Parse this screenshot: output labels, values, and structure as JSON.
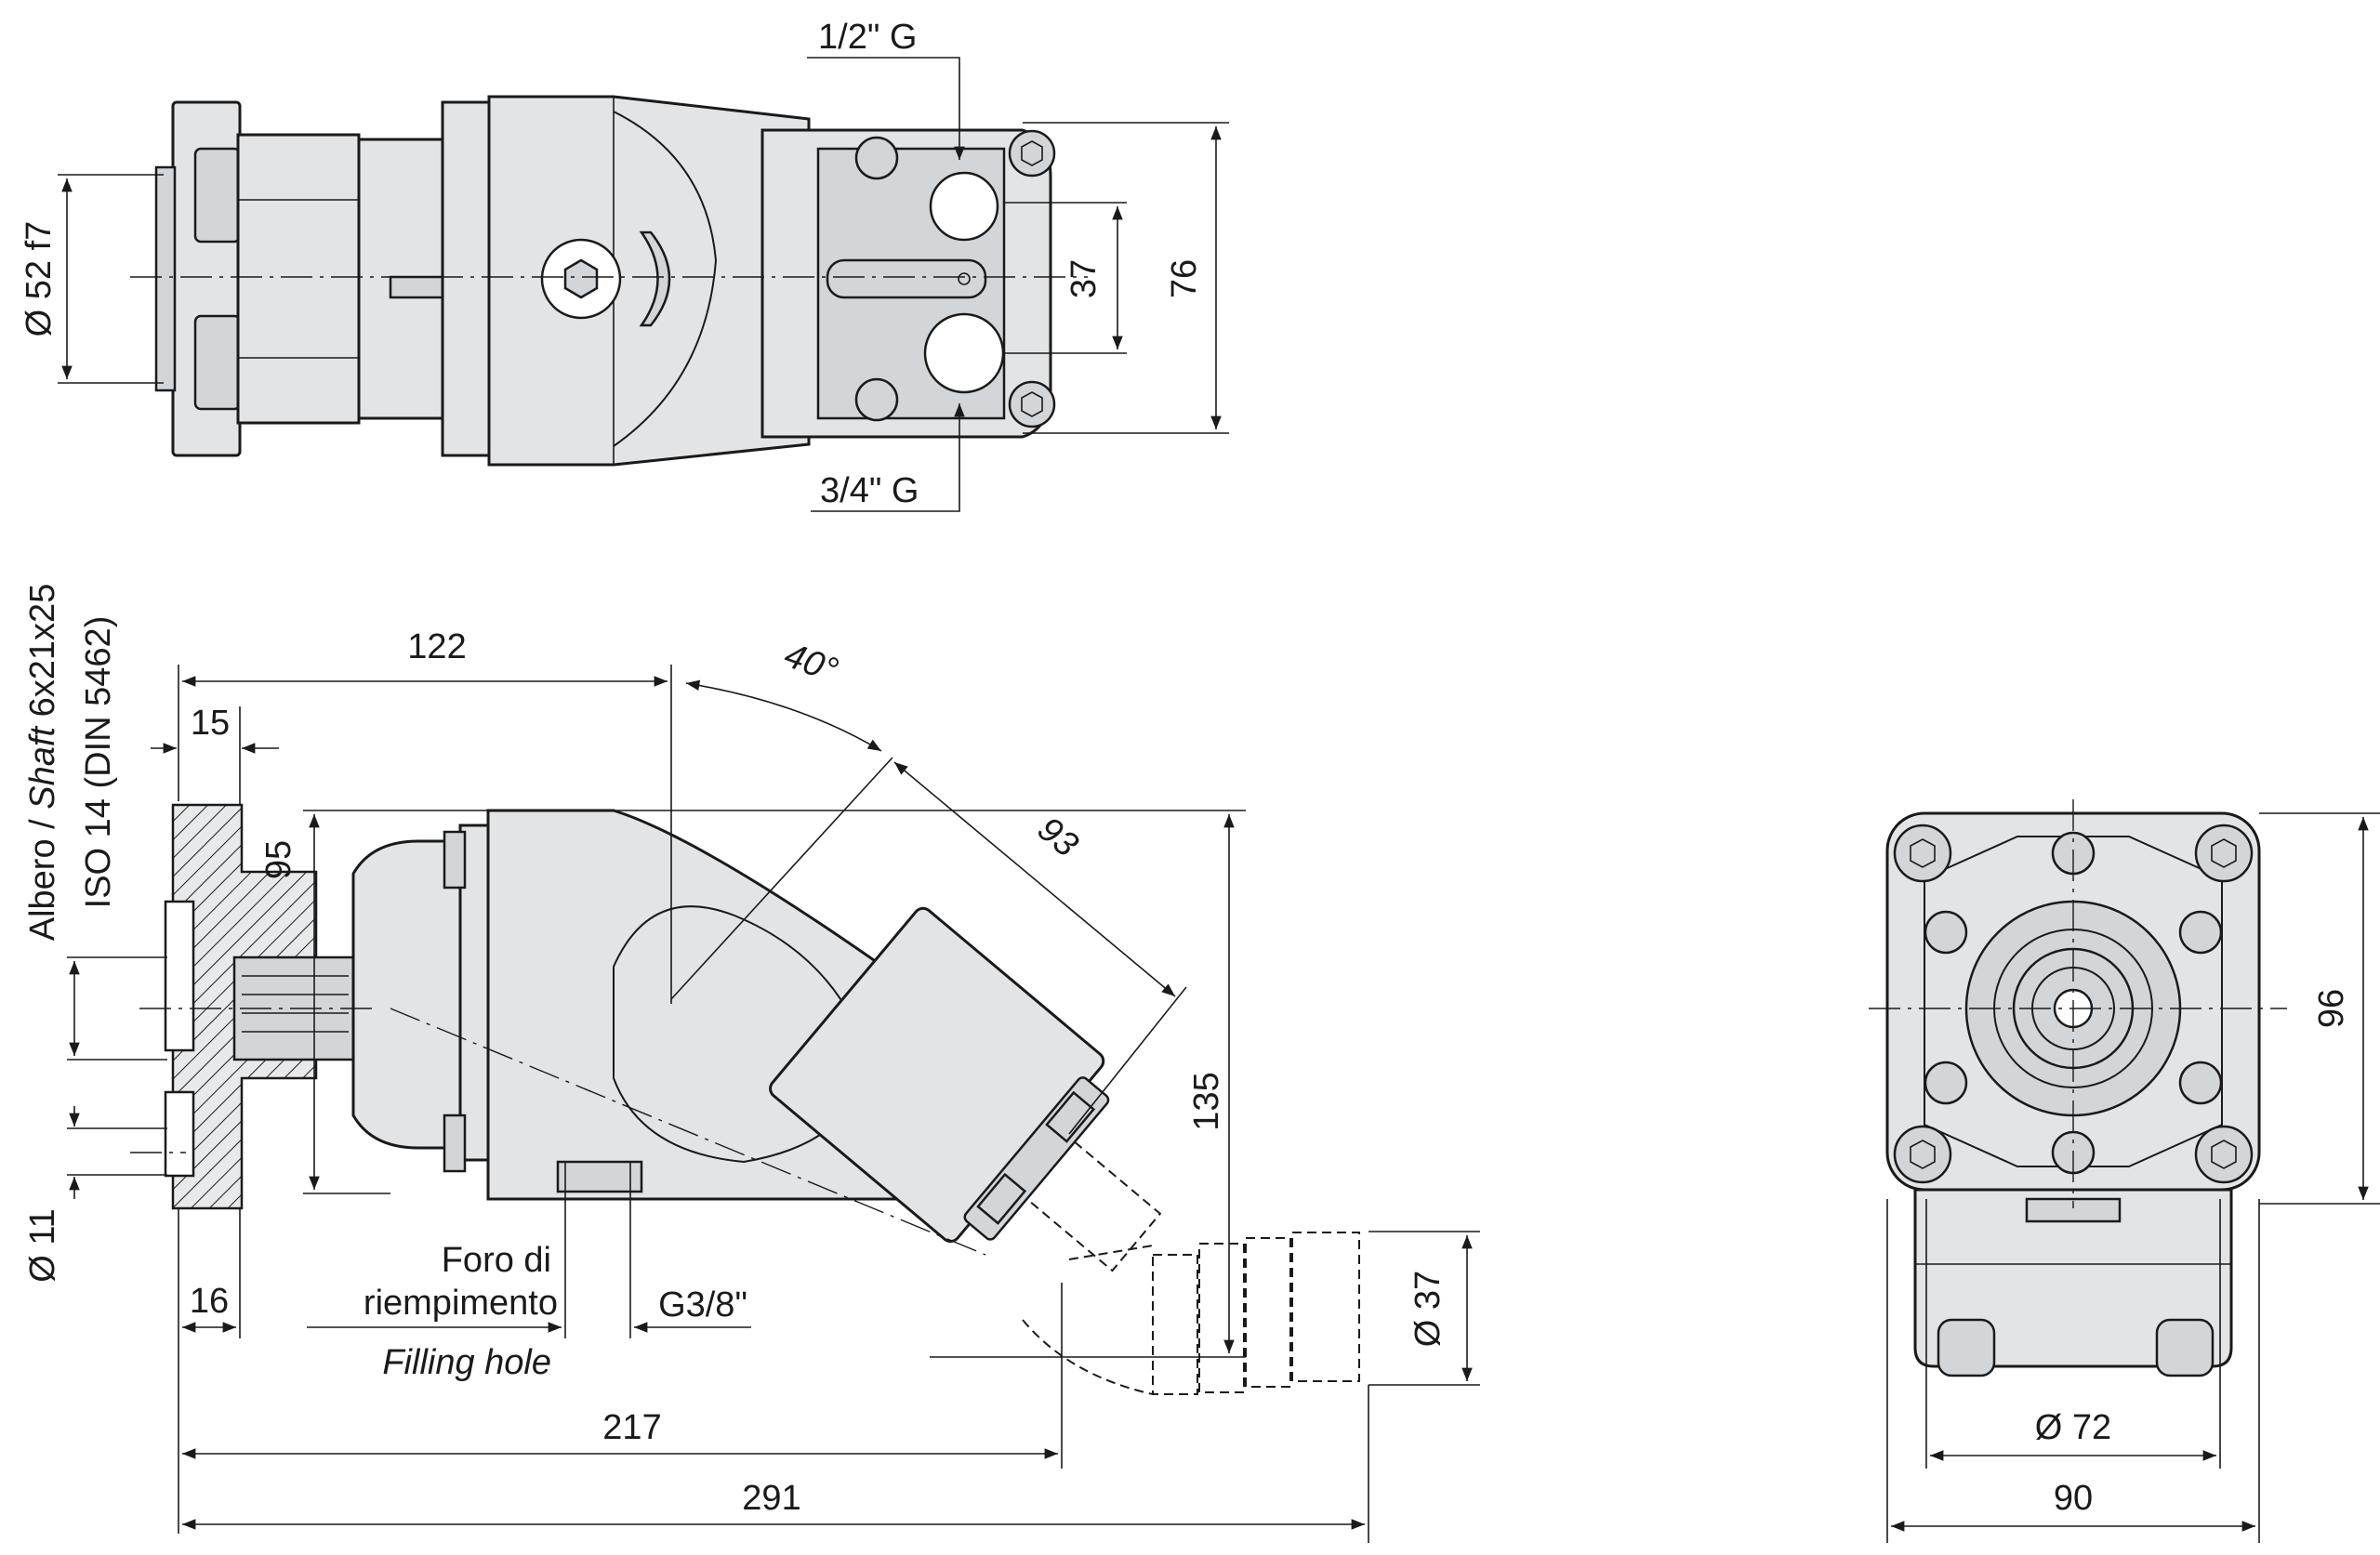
{
  "top_view": {
    "port_upper_label": "1/2\" G",
    "port_lower_label": "3/4\" G",
    "dim_flange_diameter": "Ø 52 f7",
    "dim_port_spacing": "37",
    "dim_overall_height": "76"
  },
  "side_view": {
    "shaft_label_prefix": "Albero / ",
    "shaft_label_italic": "Shaft",
    "shaft_label_suffix": " 6x21x25",
    "shaft_standard": "ISO 14 (DIN 5462)",
    "dim_122": "122",
    "dim_15": "15",
    "dim_angle": "40°",
    "dim_93": "93",
    "dim_95": "95",
    "dim_135": "135",
    "dim_hole_diameter": "Ø 11",
    "dim_16": "16",
    "filling_hole_it_line1": "Foro di",
    "filling_hole_it_line2": "riempimento",
    "filling_hole_en": "Filling hole",
    "filling_thread": "G3/8\"",
    "dim_outlet_diameter": "Ø 37",
    "dim_217": "217",
    "dim_291": "291"
  },
  "front_view": {
    "dim_96": "96",
    "dim_pilot_diameter": "Ø 72",
    "dim_90": "90"
  },
  "colors": {
    "body_fill": "#e2e4e6",
    "body_shade": "#d3d6d9",
    "line": "#1a1a1a",
    "background": "#ffffff"
  }
}
